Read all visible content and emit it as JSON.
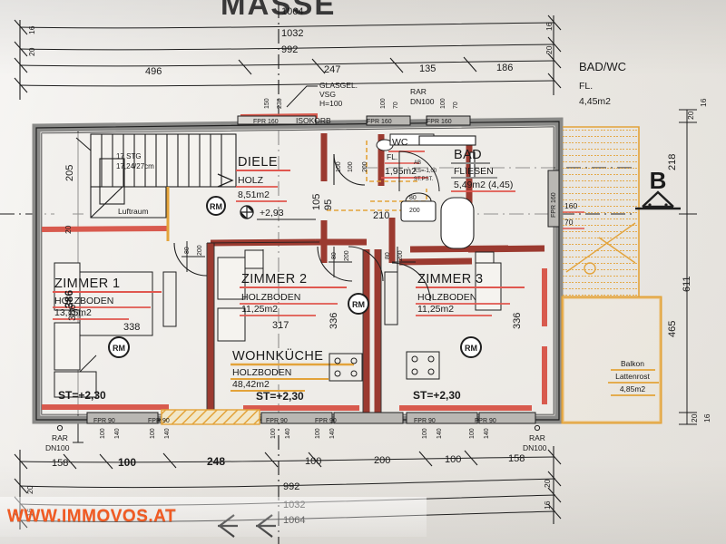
{
  "document": {
    "type": "architectural-floor-plan",
    "language": "de",
    "title_partial": "MASSE",
    "watermark": "WWW.IMMOVOS.AT",
    "section_marker": "B"
  },
  "rooms": [
    {
      "id": "diele",
      "name": "DIELE",
      "floor": "HOLZ",
      "area": "8,51m2",
      "level": "+2,93"
    },
    {
      "id": "zimmer1",
      "name": "ZIMMER 1",
      "floor": "HOLZBODEN",
      "area": "13,15m2",
      "level": "ST=+2,30",
      "width_mark": "338",
      "height_mark": "386"
    },
    {
      "id": "zimmer2",
      "name": "ZIMMER 2",
      "floor": "HOLZBODEN",
      "area": "11,25m2",
      "level": "ST=+2,30",
      "width_mark": "317",
      "height_mark": "336"
    },
    {
      "id": "zimmer3",
      "name": "ZIMMER 3",
      "floor": "HOLZBODEN",
      "area": "11,25m2",
      "level": "ST=+2,30",
      "height_mark": "336"
    },
    {
      "id": "wohnkueche",
      "name": "WOHNKÜCHE",
      "floor": "HOLZBODEN",
      "area": "48,42m2"
    },
    {
      "id": "wc",
      "name": "WC",
      "floor": "FL.",
      "area": "1,95m2"
    },
    {
      "id": "bad",
      "name": "BAD",
      "floor": "FLIESEN",
      "area": "5,49m2 (4,45)"
    },
    {
      "id": "balkon",
      "name": "Balkon",
      "floor": "Lattenrost",
      "area": "4,85m2"
    }
  ],
  "legend": {
    "badwc_title": "BAD/WC",
    "badwc_floor": "FL.",
    "badwc_area": "4,45m2"
  },
  "annotations": {
    "stairs_count": "17 STG",
    "stairs_dim": "17,24/27cm",
    "void": "Luftraum",
    "glass": [
      "GLASGEL.",
      "VSG",
      "H=100"
    ],
    "korb": "ISOKORB",
    "rar": "RAR",
    "dn": "DN100",
    "ab": "AB",
    "ks": "KS=-1,00",
    "stpst": "ST.PST.",
    "rm_badge": "RM"
  },
  "dimensions": {
    "top_chain_outer": [
      "1064",
      "1032",
      "992"
    ],
    "top_chain_inner": [
      "496",
      "247",
      "135",
      "186"
    ],
    "top_small": [
      "150",
      "230",
      "100",
      "70",
      "100",
      "70",
      "16",
      "20",
      "16",
      "20"
    ],
    "bottom_chain_inner": [
      "158",
      "100",
      "248",
      "100",
      "200",
      "100",
      "158"
    ],
    "bottom_chain_outer": [
      "992",
      "1032",
      "1064"
    ],
    "bottom_small": [
      "100",
      "140",
      "100",
      "140",
      "100",
      "140",
      "100",
      "140",
      "100",
      "140",
      "100",
      "140"
    ],
    "left_vertical": [
      "205",
      "386",
      "20"
    ],
    "right_vertical": [
      "218",
      "611",
      "465",
      "16",
      "20",
      "16",
      "20"
    ],
    "right_small": [
      "160",
      "70"
    ],
    "door_openings": [
      "80/200",
      "80/200",
      "80/200",
      "80/200",
      "80/200",
      "90/200",
      "100/200",
      "210"
    ],
    "window_labels": [
      "FPR 90",
      "FPR 90",
      "FPR 90",
      "FPR 90",
      "FPR 90",
      "FPR 90",
      "FPR 160",
      "FPR 160",
      "FPR 160",
      "FPR 160"
    ],
    "inner_marks": [
      "100",
      "95",
      "105",
      "210",
      "200",
      "80"
    ]
  },
  "colors": {
    "paper": "#eceae6",
    "wall_outer": "#8a8a88",
    "wall_inner": "#a43f33",
    "accent_red": "#e0574f",
    "accent_orange": "#e3a33a",
    "watermark": "#f15a22",
    "ink": "#1a1a1a"
  }
}
